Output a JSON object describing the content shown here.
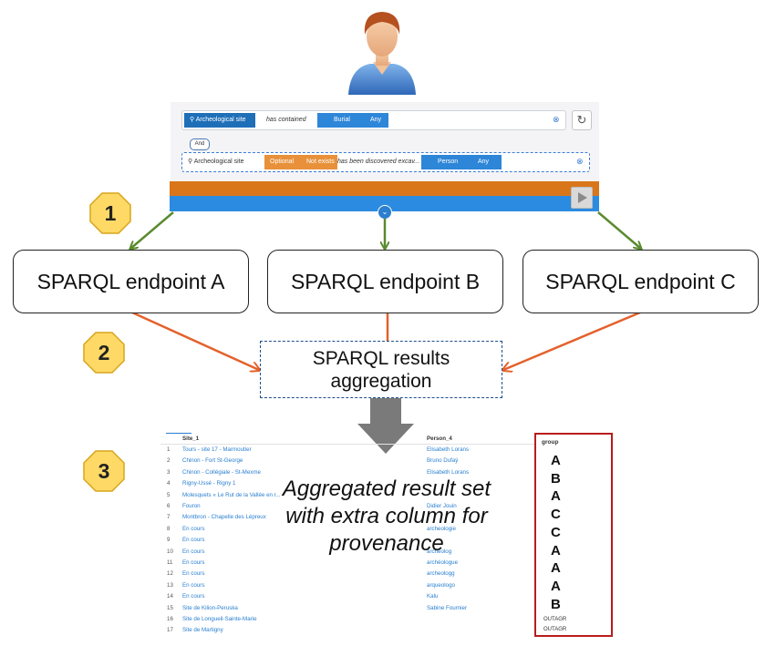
{
  "query_builder": {
    "row1": {
      "subject": "Archeological site",
      "predicate": "has contained",
      "object": "Burial",
      "tail": "Any"
    },
    "connector": "And",
    "row2": {
      "subject": "Archeological site",
      "option1": "Optional",
      "option2": "Not exists",
      "predicate": "has been discovered excav...",
      "object": "Person",
      "tail": "Any"
    }
  },
  "steps": [
    "1",
    "2",
    "3"
  ],
  "endpoints": [
    "SPARQL endpoint A",
    "SPARQL endpoint B",
    "SPARQL endpoint C"
  ],
  "aggregation": {
    "line1": "SPARQL results",
    "line2": "aggregation"
  },
  "result_table": {
    "headers": {
      "site": "Site_1",
      "person": "Person_4",
      "group": "group"
    },
    "rows": [
      {
        "n": "1",
        "site": "Tours - site 17 - Marmoutier",
        "person": "Elisabeth Lorans"
      },
      {
        "n": "2",
        "site": "Chinon - Fort St-George",
        "person": "Bruno Dufaÿ"
      },
      {
        "n": "3",
        "site": "Chinon - Collégiale - St-Mexme",
        "person": "Elisabeth Lorans"
      },
      {
        "n": "4",
        "site": "Rigny-Ussé - Rigny 1",
        "person": ""
      },
      {
        "n": "5",
        "site": "Molesquets « Le Rut de la Vallée en r...",
        "person": ""
      },
      {
        "n": "6",
        "site": "Fouron",
        "person": "Didier Jouin"
      },
      {
        "n": "7",
        "site": "Montbron - Chapelle des Lépreux",
        "person": ""
      },
      {
        "n": "8",
        "site": "En cours",
        "person": "archeologie"
      },
      {
        "n": "9",
        "site": "En cours",
        "person": ""
      },
      {
        "n": "10",
        "site": "En cours",
        "person": "archeolog"
      },
      {
        "n": "11",
        "site": "En cours",
        "person": "archéologue"
      },
      {
        "n": "12",
        "site": "En cours",
        "person": "archeologg"
      },
      {
        "n": "13",
        "site": "En cours",
        "person": "arqueologo"
      },
      {
        "n": "14",
        "site": "En cours",
        "person": "Kalu"
      },
      {
        "n": "15",
        "site": "Site de Kilion-Peruska",
        "person": "Sabine Fournier"
      },
      {
        "n": "16",
        "site": "Site de Longueil-Sainte-Marie",
        "person": ""
      },
      {
        "n": "17",
        "site": "Site de Martigny",
        "person": ""
      }
    ],
    "group_values": [
      "A",
      "B",
      "A",
      "C",
      "C",
      "A",
      "A",
      "A",
      "B"
    ],
    "group_extra": [
      "OUTAGR",
      "OUTAGR"
    ]
  },
  "overlay_text": {
    "line1": "Aggregated result set",
    "line2": "with extra column for",
    "line3": "provenance"
  },
  "colors": {
    "green_arrow": "#5a8a2e",
    "orange_arrow": "#e4612c",
    "step_badge": "#ffd966",
    "step_badge_border": "#d6a51c",
    "group_border": "#b81c1c",
    "down_arrow": "#7a7a7a"
  },
  "icons": [
    "user-avatar-icon",
    "search-icon",
    "refresh-icon",
    "play-icon",
    "chevron-down-icon"
  ]
}
